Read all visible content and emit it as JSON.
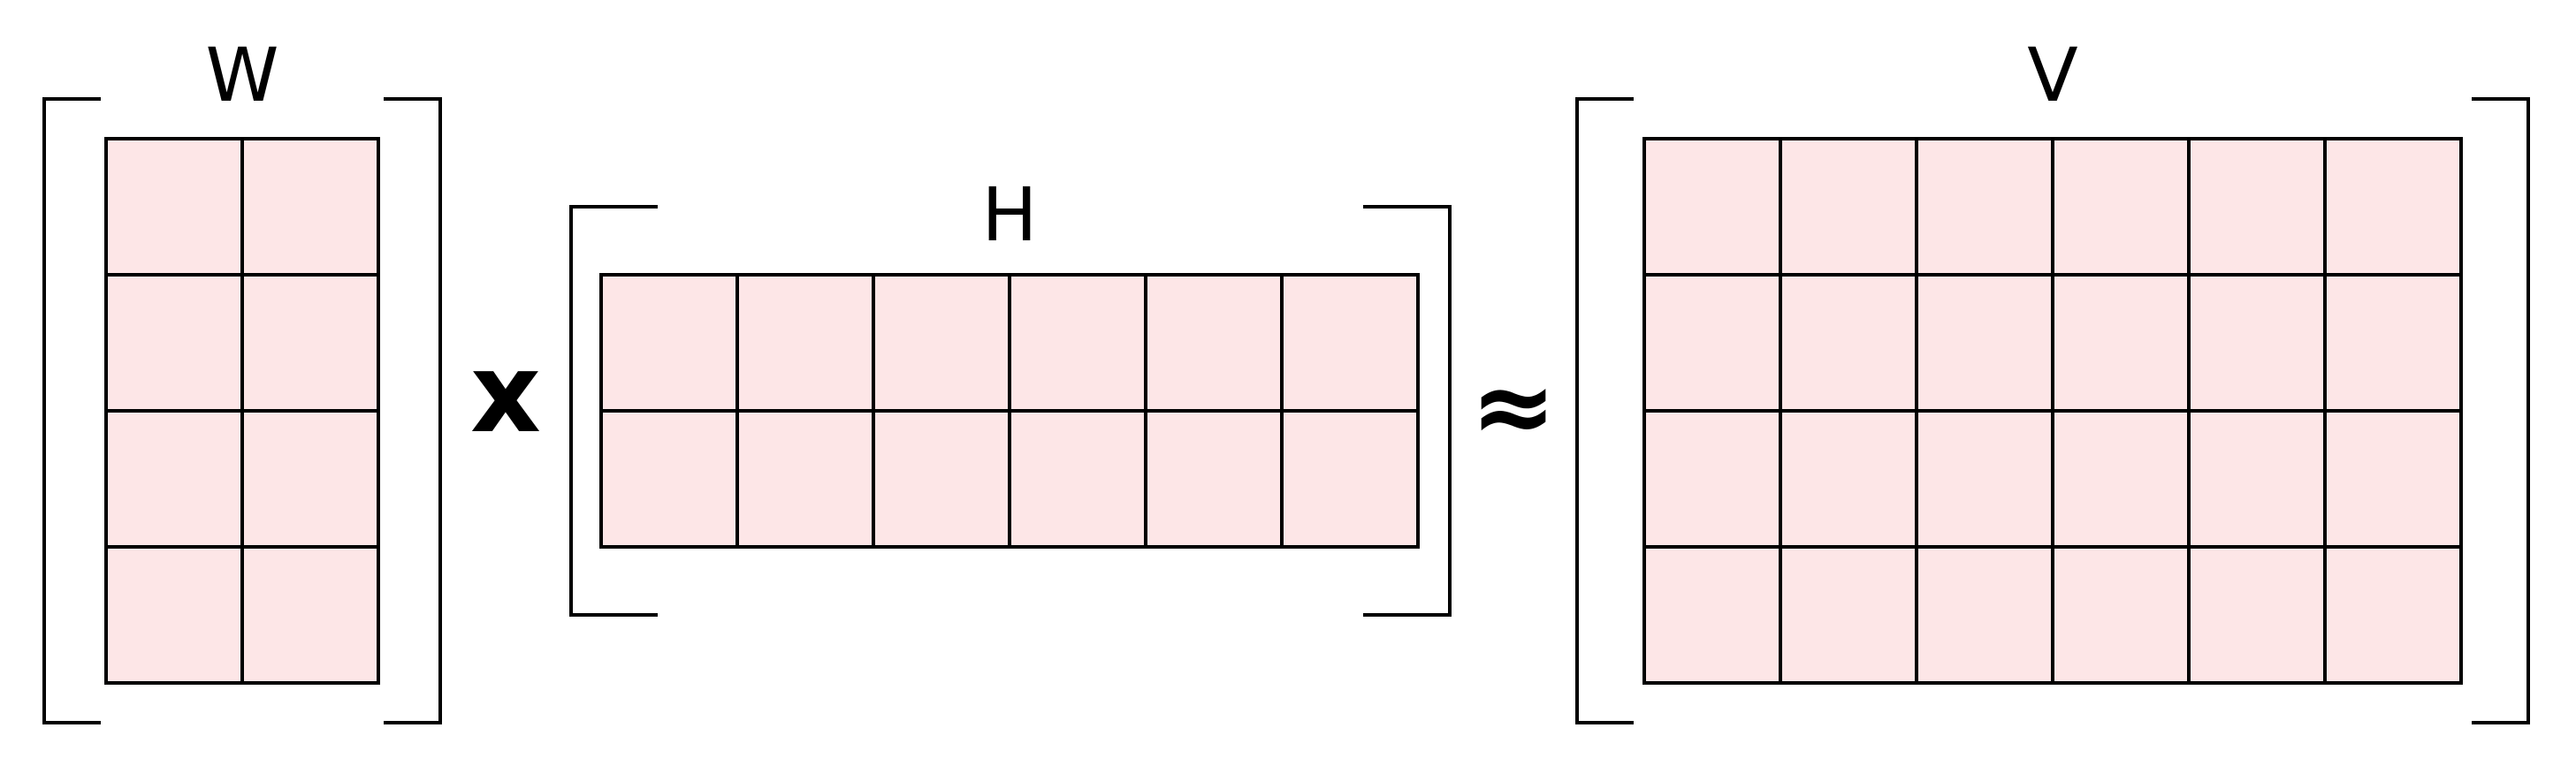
{
  "colors": {
    "cell_fill": "#fde6e7",
    "stroke": "#000000",
    "background": "#ffffff"
  },
  "matrices": [
    {
      "id": "w",
      "label": "W",
      "rows": 4,
      "cols": 2
    },
    {
      "id": "h",
      "label": "H",
      "rows": 2,
      "cols": 6
    },
    {
      "id": "v",
      "label": "V",
      "rows": 4,
      "cols": 6
    }
  ],
  "operators": {
    "times": "x",
    "approx": "≈"
  }
}
